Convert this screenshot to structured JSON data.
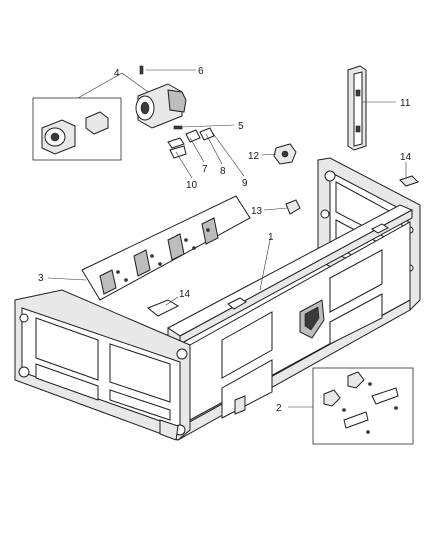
{
  "diagram": {
    "callouts": {
      "c1": "1",
      "c2": "2",
      "c3": "3",
      "c4": "4",
      "c5": "5",
      "c6": "6",
      "c7": "7",
      "c8": "8",
      "c9": "9",
      "c10": "10",
      "c11": "11",
      "c12": "12",
      "c13": "13",
      "c14a": "14",
      "c14b": "14"
    }
  }
}
